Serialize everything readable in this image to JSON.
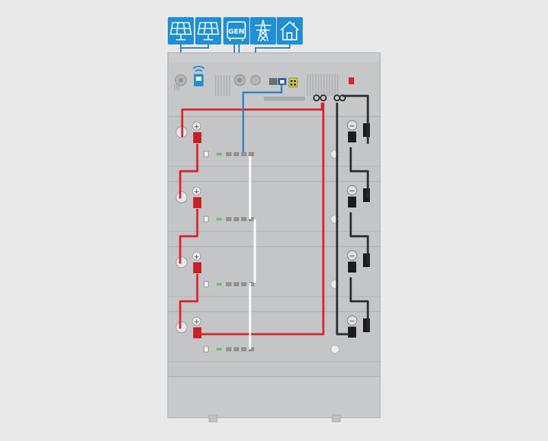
{
  "diagram": {
    "colors": {
      "background": "#e9e9ea",
      "cabinet": "#c4c5c7",
      "cabinet_edge": "#a9aaad",
      "icon_tile": "#1f8fd6",
      "signal_wire": "#2b7fc4",
      "positive_cable": "#d9242a",
      "negative_cable": "#2a2a2a",
      "comm_cable": "#ffffff",
      "terminal_red": "#c81f25",
      "terminal_black": "#1c1c1c"
    },
    "sources": [
      {
        "name": "solar-panel-1",
        "icon": "solar-panel-icon"
      },
      {
        "name": "solar-panel-2",
        "icon": "solar-panel-icon"
      },
      {
        "name": "generator",
        "icon": "generator-icon",
        "label": "GEN"
      },
      {
        "name": "grid",
        "icon": "transmission-tower-icon"
      },
      {
        "name": "home-load",
        "icon": "house-icon"
      }
    ],
    "inverter": {
      "name": "hybrid-inverter",
      "icons": [
        "wifi-icon",
        "fan-vent-icon",
        "rs485-port-icon",
        "terminal-block-icon",
        "breaker-switch-icon"
      ]
    },
    "battery_modules": [
      {
        "name": "battery-module-1",
        "positive": "+",
        "negative": "−"
      },
      {
        "name": "battery-module-2",
        "positive": "+",
        "negative": "−"
      },
      {
        "name": "battery-module-3",
        "positive": "+",
        "negative": "−"
      },
      {
        "name": "battery-module-4",
        "positive": "+",
        "negative": "−"
      }
    ]
  }
}
